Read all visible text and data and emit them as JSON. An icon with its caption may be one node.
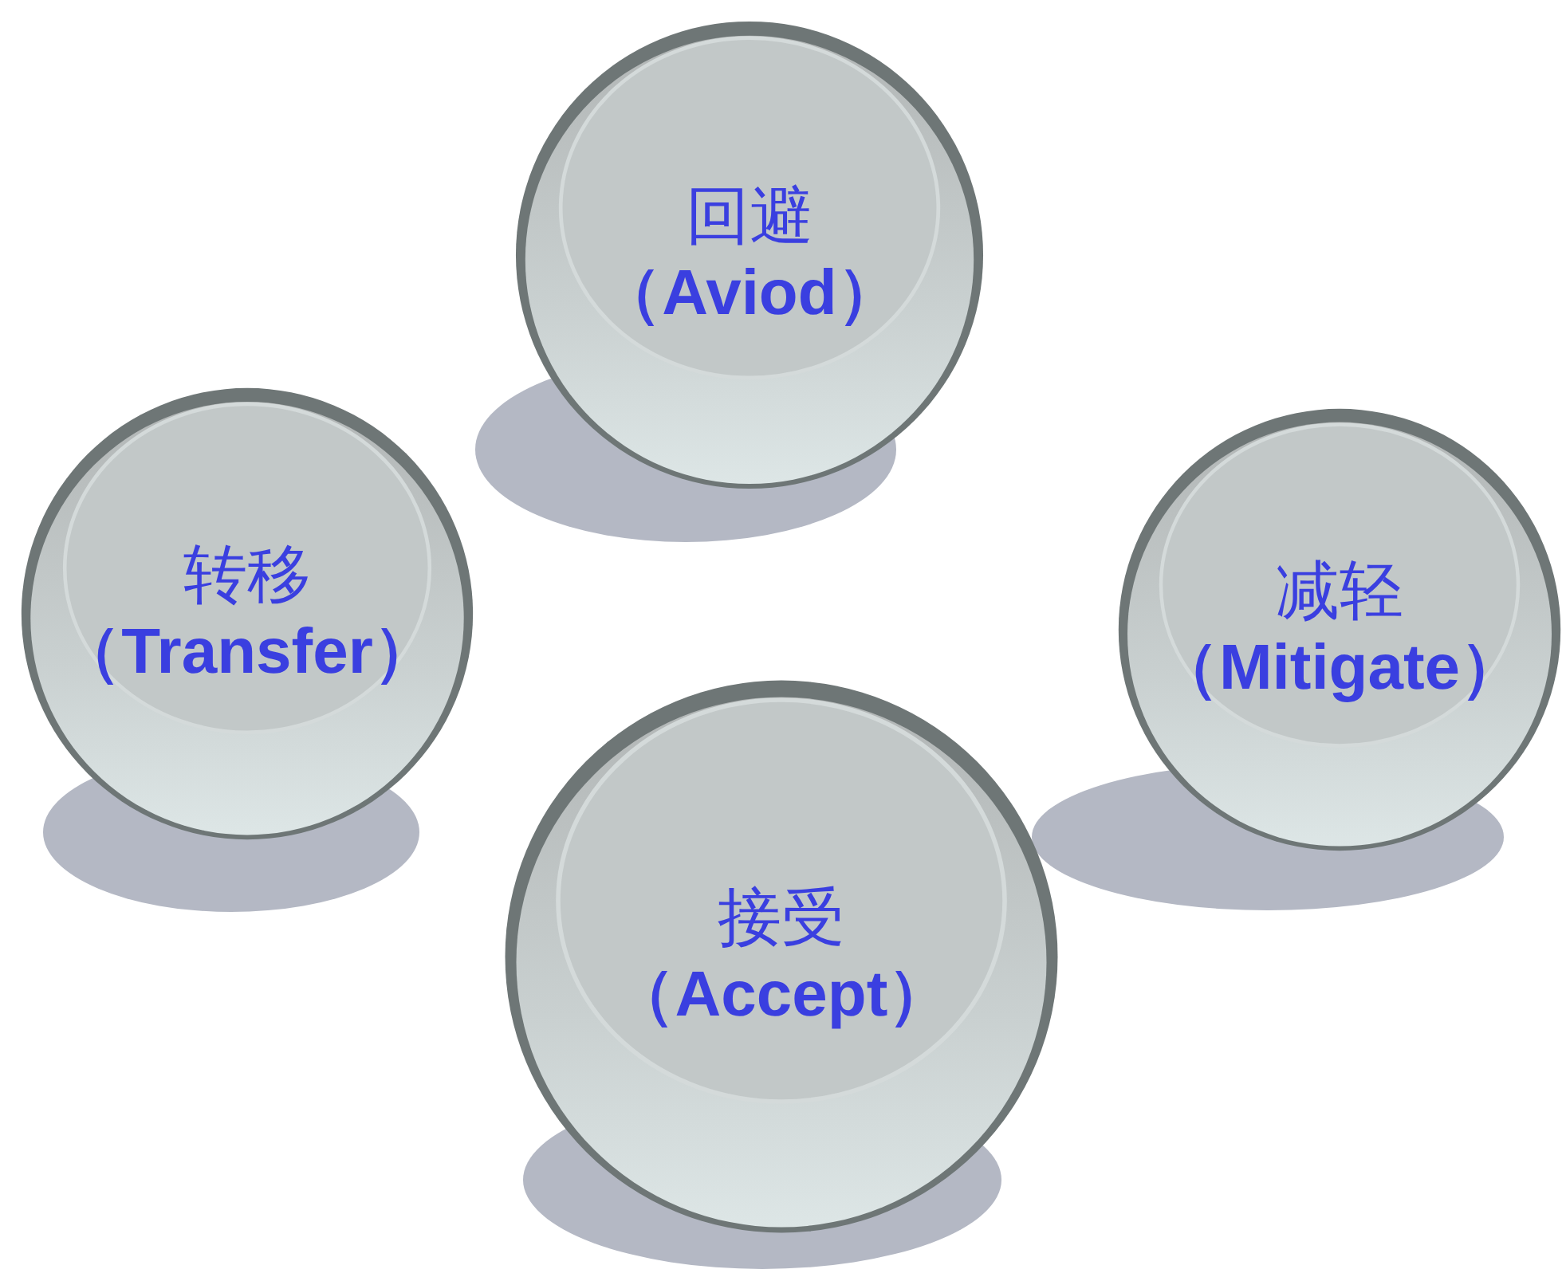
{
  "diagram": {
    "nodes": [
      {
        "text": [
          "回避",
          "（Aviod）"
        ]
      },
      {
        "text": [
          "转移",
          "（Transfer）"
        ]
      },
      {
        "text": [
          "减轻",
          "（Mitigate）"
        ]
      },
      {
        "text": [
          "接受",
          "（Accept）"
        ]
      }
    ]
  }
}
